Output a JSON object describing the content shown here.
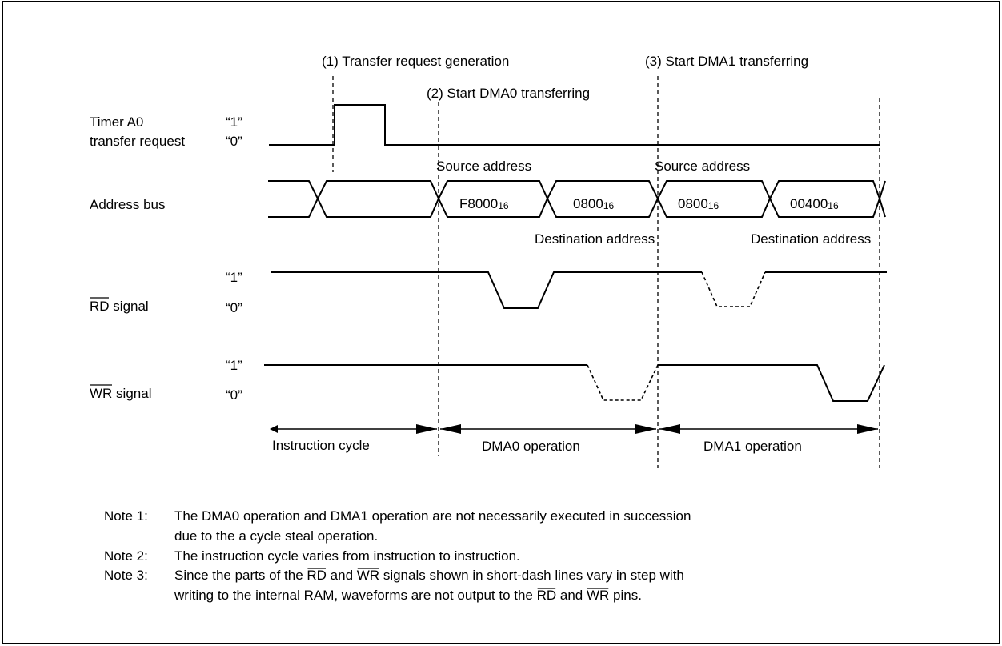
{
  "events": {
    "e1": "(1) Transfer request generation",
    "e2": "(2) Start DMA0 transferring",
    "e3": "(3) Start DMA1 transferring"
  },
  "signals": {
    "timer_line1": "Timer A0",
    "timer_line2": "transfer request",
    "address_bus": "Address bus",
    "rd_overbar": "RD",
    "rd_suffix": " signal",
    "wr_overbar": "WR",
    "wr_suffix": " signal"
  },
  "levels": {
    "high": "“1”",
    "low": "“0”"
  },
  "bus": {
    "source_label": "Source address",
    "destination_label": "Destination address",
    "hex_subscript": "16",
    "values": [
      "F8000",
      "0800",
      "0800",
      "00400"
    ]
  },
  "cycles": {
    "instruction": "Instruction cycle",
    "dma0": "DMA0 operation",
    "dma1": "DMA1 operation"
  },
  "notes": {
    "n1_label": "Note 1:",
    "n1_line1": "The DMA0 operation and DMA1 operation are not necessarily executed in succession",
    "n1_line2": "due to the a cycle steal operation.",
    "n2_label": "Note 2:",
    "n2_line1": "The instruction cycle varies from instruction to instruction.",
    "n3_label": "Note 3:",
    "n3_pre": "Since the parts of the ",
    "n3_rd": "RD",
    "n3_and": " and ",
    "n3_wr": "WR",
    "n3_post": " signals shown in short-dash lines vary in step with",
    "n3_line2_pre": "writing to the internal RAM, waveforms are not output to the ",
    "n3_line2_rd": "RD",
    "n3_line2_and": " and ",
    "n3_line2_wr": "WR",
    "n3_line2_post": " pins."
  }
}
